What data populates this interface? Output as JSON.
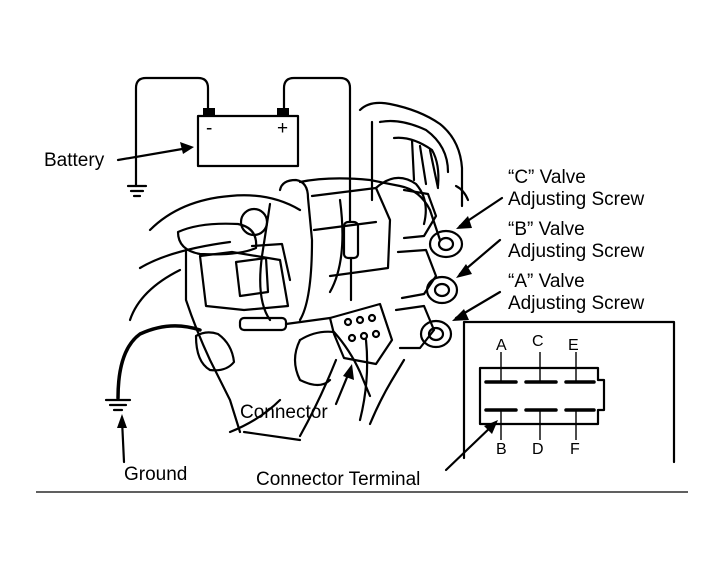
{
  "labels": {
    "battery": "Battery",
    "battery_minus": "-",
    "battery_plus": "+",
    "c_valve_line1": "“C” Valve",
    "c_valve_line2": "Adjusting Screw",
    "b_valve_line1": "“B” Valve",
    "b_valve_line2": "Adjusting Screw",
    "a_valve_line1": "“A” Valve",
    "a_valve_line2": "Adjusting Screw",
    "connector": "Connector",
    "ground": "Ground",
    "connector_terminal": "Connector Terminal"
  },
  "terminals": {
    "top": [
      "A",
      "C",
      "E"
    ],
    "bottom": [
      "B",
      "D",
      "F"
    ]
  }
}
